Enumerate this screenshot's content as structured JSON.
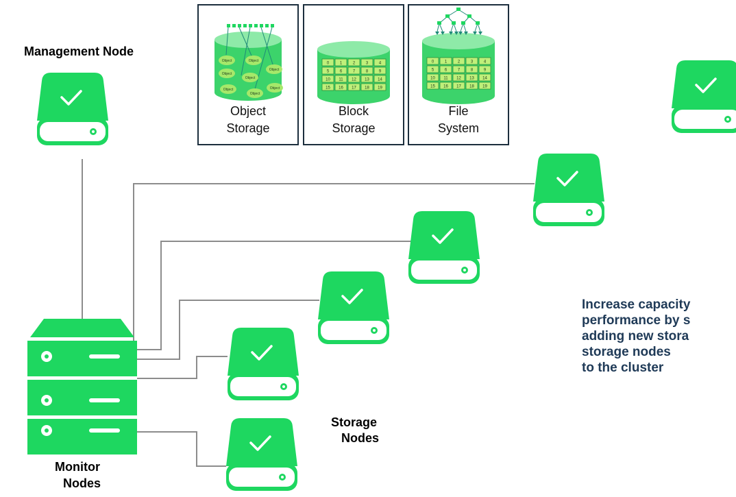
{
  "labels": {
    "management_node": "Management Node",
    "storage_nodes_1": "Storage",
    "storage_nodes_2": "Nodes",
    "monitor_nodes_1": "Monitor",
    "monitor_nodes_2": "Nodes"
  },
  "panels": [
    {
      "line1": "Object",
      "line2": "Storage"
    },
    {
      "line1": "Block",
      "line2": "Storage"
    },
    {
      "line1": "File",
      "line2": "System"
    }
  ],
  "object_label": "Object",
  "grid_numbers": [
    "0",
    "1",
    "2",
    "3",
    "4",
    "5",
    "6",
    "7",
    "8",
    "9",
    "10",
    "11",
    "12",
    "13",
    "14",
    "15",
    "16",
    "17",
    "18",
    "19"
  ],
  "note_lines": [
    "Increase capacity",
    "performance by s",
    "adding new stora",
    "storage nodes",
    "to the cluster"
  ],
  "colors": {
    "drive": "#1ed760",
    "drive_dark": "#12b24f",
    "connector": "#8c8c8c",
    "panel_border": "#1c2e3d",
    "note": "#1f3a57",
    "arrow": "#1f8a78"
  },
  "icons": [
    "check-icon",
    "drive-icon",
    "server-icon"
  ]
}
